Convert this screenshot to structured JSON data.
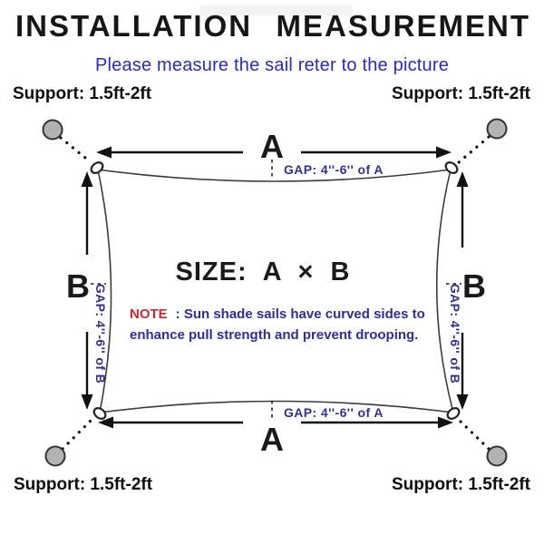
{
  "header": {
    "title_left": "INSTALLATION",
    "title_right": "MEASUREMENT",
    "subtitle": "Please measure the sail reter to the picture"
  },
  "supports": {
    "top_left": "Support: 1.5ft-2ft",
    "top_right": "Support: 1.5ft-2ft",
    "bottom_left": "Support: 1.5ft-2ft",
    "bottom_right": "Support: 1.5ft-2ft"
  },
  "diagram": {
    "label_a_top": "A",
    "label_a_bottom": "A",
    "label_b_left": "B",
    "label_b_right": "B",
    "gap_a_top": "GAP: 4''-6'' of A",
    "gap_a_bottom": "GAP: 4''-6'' of A",
    "gap_b_left": "GAP: 4''-6'' of B",
    "gap_b_right": "GAP: 4''-6'' of B",
    "size_label": "SIZE: A × B",
    "note_label": "NOTE",
    "note_rest": ": Sun shade sails have curved sides to",
    "note_line2": "enhance pull strength and prevent drooping."
  },
  "icons": {
    "support_post": "gray anchor-post circle",
    "corner_ring": "sail corner D-ring",
    "tension_line": "dotted tension rope",
    "dimension_arrow": "double-headed measurement arrow"
  },
  "colors": {
    "title_ink": "#161616",
    "subtitle_blue": "#2b2bb2",
    "gap_navy": "#32328e",
    "note_red": "#cc2936",
    "note_navy": "#2e2e96",
    "line_ink": "#111111",
    "sail_stroke": "#3c3c3c",
    "post_fill": "#b3b3b3",
    "post_stroke": "#333333"
  }
}
